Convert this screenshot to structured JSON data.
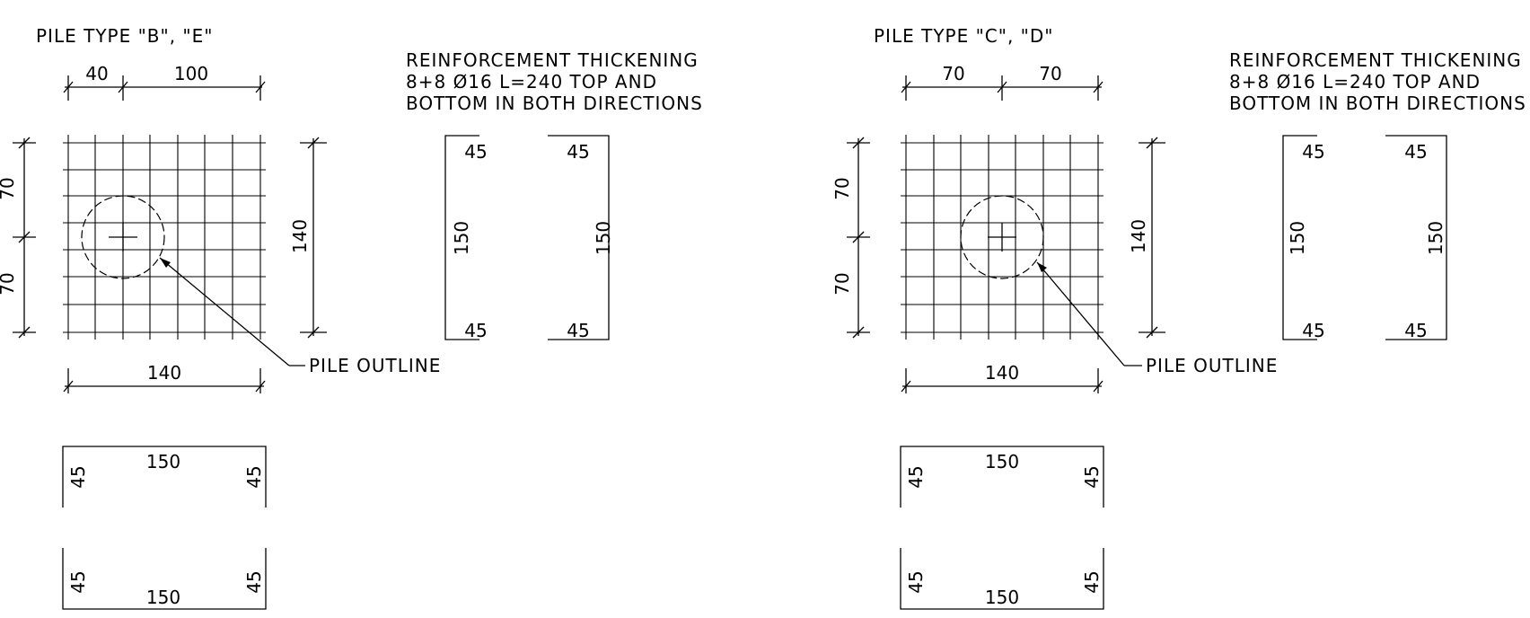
{
  "left": {
    "title": "PILE TYPE \"B\", \"E\"",
    "dim_top_a": "40",
    "dim_top_b": "100",
    "dim_left_a": "70",
    "dim_left_b": "70",
    "dim_right": "140",
    "dim_bottom": "140",
    "note": [
      "REINFORCEMENT THICKENING",
      "8+8  Ø16  L=240  TOP AND",
      "BOTTOM  IN  BOTH  DIRECTIONS"
    ],
    "bar_top_a": "45",
    "bar_top_b": "45",
    "bar_mid_a": "150",
    "bar_mid_b": "150",
    "bar_bot_a": "45",
    "bar_bot_b": "45",
    "callout": "PILE  OUTLINE",
    "h1_mid": "150",
    "h1_left": "45",
    "h1_right": "45",
    "h2_mid": "150",
    "h2_left": "45",
    "h2_right": "45"
  },
  "right": {
    "title": "PILE TYPE \"C\", \"D\"",
    "dim_top_a": "70",
    "dim_top_b": "70",
    "dim_left_a": "70",
    "dim_left_b": "70",
    "dim_right": "140",
    "dim_bottom": "140",
    "note": [
      "REINFORCEMENT THICKENING",
      "8+8  Ø16  L=240  TOP AND",
      "BOTTOM  IN  BOTH  DIRECTIONS"
    ],
    "bar_top_a": "45",
    "bar_top_b": "45",
    "bar_mid_a": "150",
    "bar_mid_b": "150",
    "bar_bot_a": "45",
    "bar_bot_b": "45",
    "callout": "PILE  OUTLINE",
    "h1_mid": "150",
    "h1_left": "45",
    "h1_right": "45",
    "h2_mid": "150",
    "h2_left": "45",
    "h2_right": "45"
  }
}
